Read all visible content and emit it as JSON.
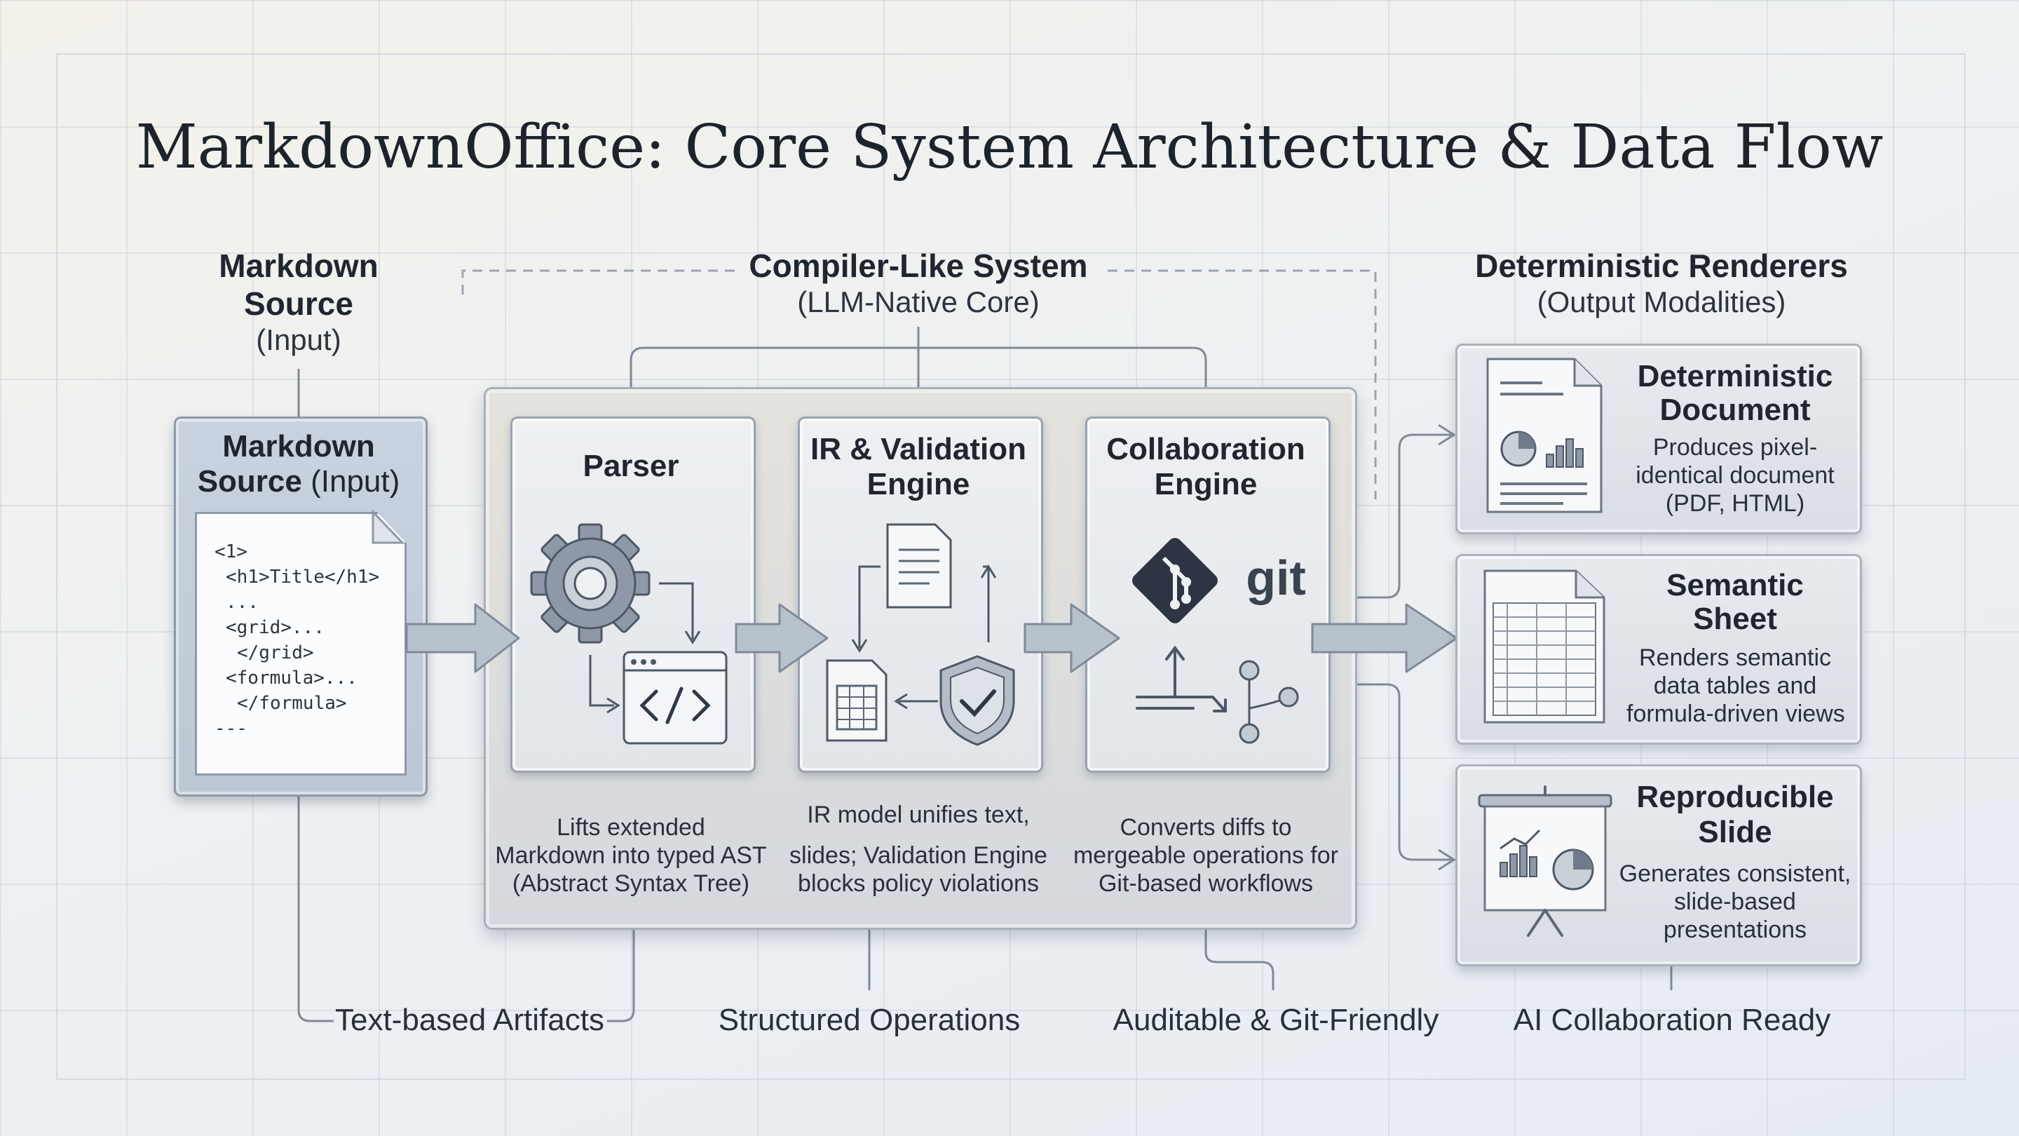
{
  "title": "MarkdownOffice: Core System Architecture & Data Flow",
  "input_column": {
    "heading_line1": "Markdown",
    "heading_line2": "Source",
    "heading_sub": "(Input)"
  },
  "core_column": {
    "heading": "Compiler-Like System",
    "heading_sub": "(LLM-Native Core)"
  },
  "output_column": {
    "heading": "Deterministic Renderers",
    "heading_sub": "(Output Modalities)"
  },
  "source_panel": {
    "title_line1": "Markdown",
    "title_line2_bold": "Source",
    "title_line2_rest": "(Input)",
    "code_lines": [
      "<1>",
      "<h1>Title</h1>",
      "...",
      "<grid>...",
      "</grid>",
      "<formula>...",
      "</formula>",
      "---"
    ]
  },
  "stages": [
    {
      "title": "Parser",
      "desc": [
        "Lifts extended",
        "Markdown into typed AST",
        "(Abstract Syntax Tree)"
      ]
    },
    {
      "title": "IR & Validation Engine",
      "desc": [
        "IR model unifies text,",
        "slides; Validation Engine",
        "blocks policy violations"
      ]
    },
    {
      "title": "Collaboration Engine",
      "git_label": "git",
      "desc": [
        "Converts diffs to",
        "mergeable operations for",
        "Git-based workflows"
      ]
    }
  ],
  "outputs": [
    {
      "title": [
        "Deterministic",
        "Document"
      ],
      "desc": [
        "Produces pixel-",
        "identical document",
        "(PDF, HTML)"
      ]
    },
    {
      "title": [
        "Semantic",
        "Sheet"
      ],
      "desc": [
        "Renders semantic",
        "data tables and",
        "formula-driven views"
      ]
    },
    {
      "title": [
        "Reproducible",
        "Slide"
      ],
      "desc": [
        "Generates consistent,",
        "slide-based",
        "presentations"
      ]
    }
  ],
  "footer": [
    "Text-based Artifacts",
    "Structured Operations",
    "Auditable & Git-Friendly",
    "AI Collaboration Ready"
  ],
  "icons": [
    "gear-icon",
    "code-window-icon",
    "document-icon",
    "spreadsheet-icon",
    "shield-check-icon",
    "git-logo-icon",
    "branch-icon",
    "document-chart-icon",
    "sheet-icon",
    "presentation-board-icon"
  ],
  "colors": {
    "panel_border": "#8c99a8",
    "accent_line": "#7f8a98",
    "arrow_fill": "#b8c2cd"
  }
}
